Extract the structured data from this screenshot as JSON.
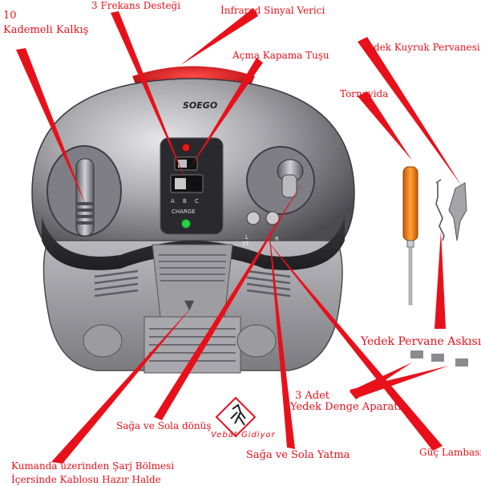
{
  "labels": {
    "kademeli_kalkis": [
      "10",
      "Kademeli Kalkış"
    ],
    "frekans": "3 Frekans Desteği",
    "infrared": "İnfrared Sinyal Verici",
    "acma_kapama": "Açma Kapama Tuşu",
    "yedek_kuyruk": "Yedek Kuyruk Pervanesi",
    "tornavida": "Tornavida",
    "yedek_pervane_askisi": "Yedek Pervane Askısı",
    "denge_aparati": [
      "3 Adet",
      "Yedek Denge Aparatı"
    ],
    "saga_sola_donus": "Sağa ve Sola dönüş",
    "saga_sola_yatma": "Sağa ve Sola Yatma",
    "guc_lambasi": "Güç Lambası",
    "sarj_bolmesi": [
      "Kumanda üzerinden Şarj Bölmesi",
      "İçersinde Kablosu Hazır Halde"
    ]
  },
  "device": {
    "brand": "SOEGO",
    "switch_letters": [
      "A",
      "B",
      "C"
    ],
    "charge_label": "CHARGE",
    "left_button_label": [
      "L",
      "ST."
    ],
    "right_button_label": "R"
  },
  "logo": {
    "text": "Vebat Gidiyor"
  },
  "colors": {
    "callout_red": "#e8101a",
    "body_silver": "#8d8d92",
    "tool_orange": "#f07a12"
  }
}
